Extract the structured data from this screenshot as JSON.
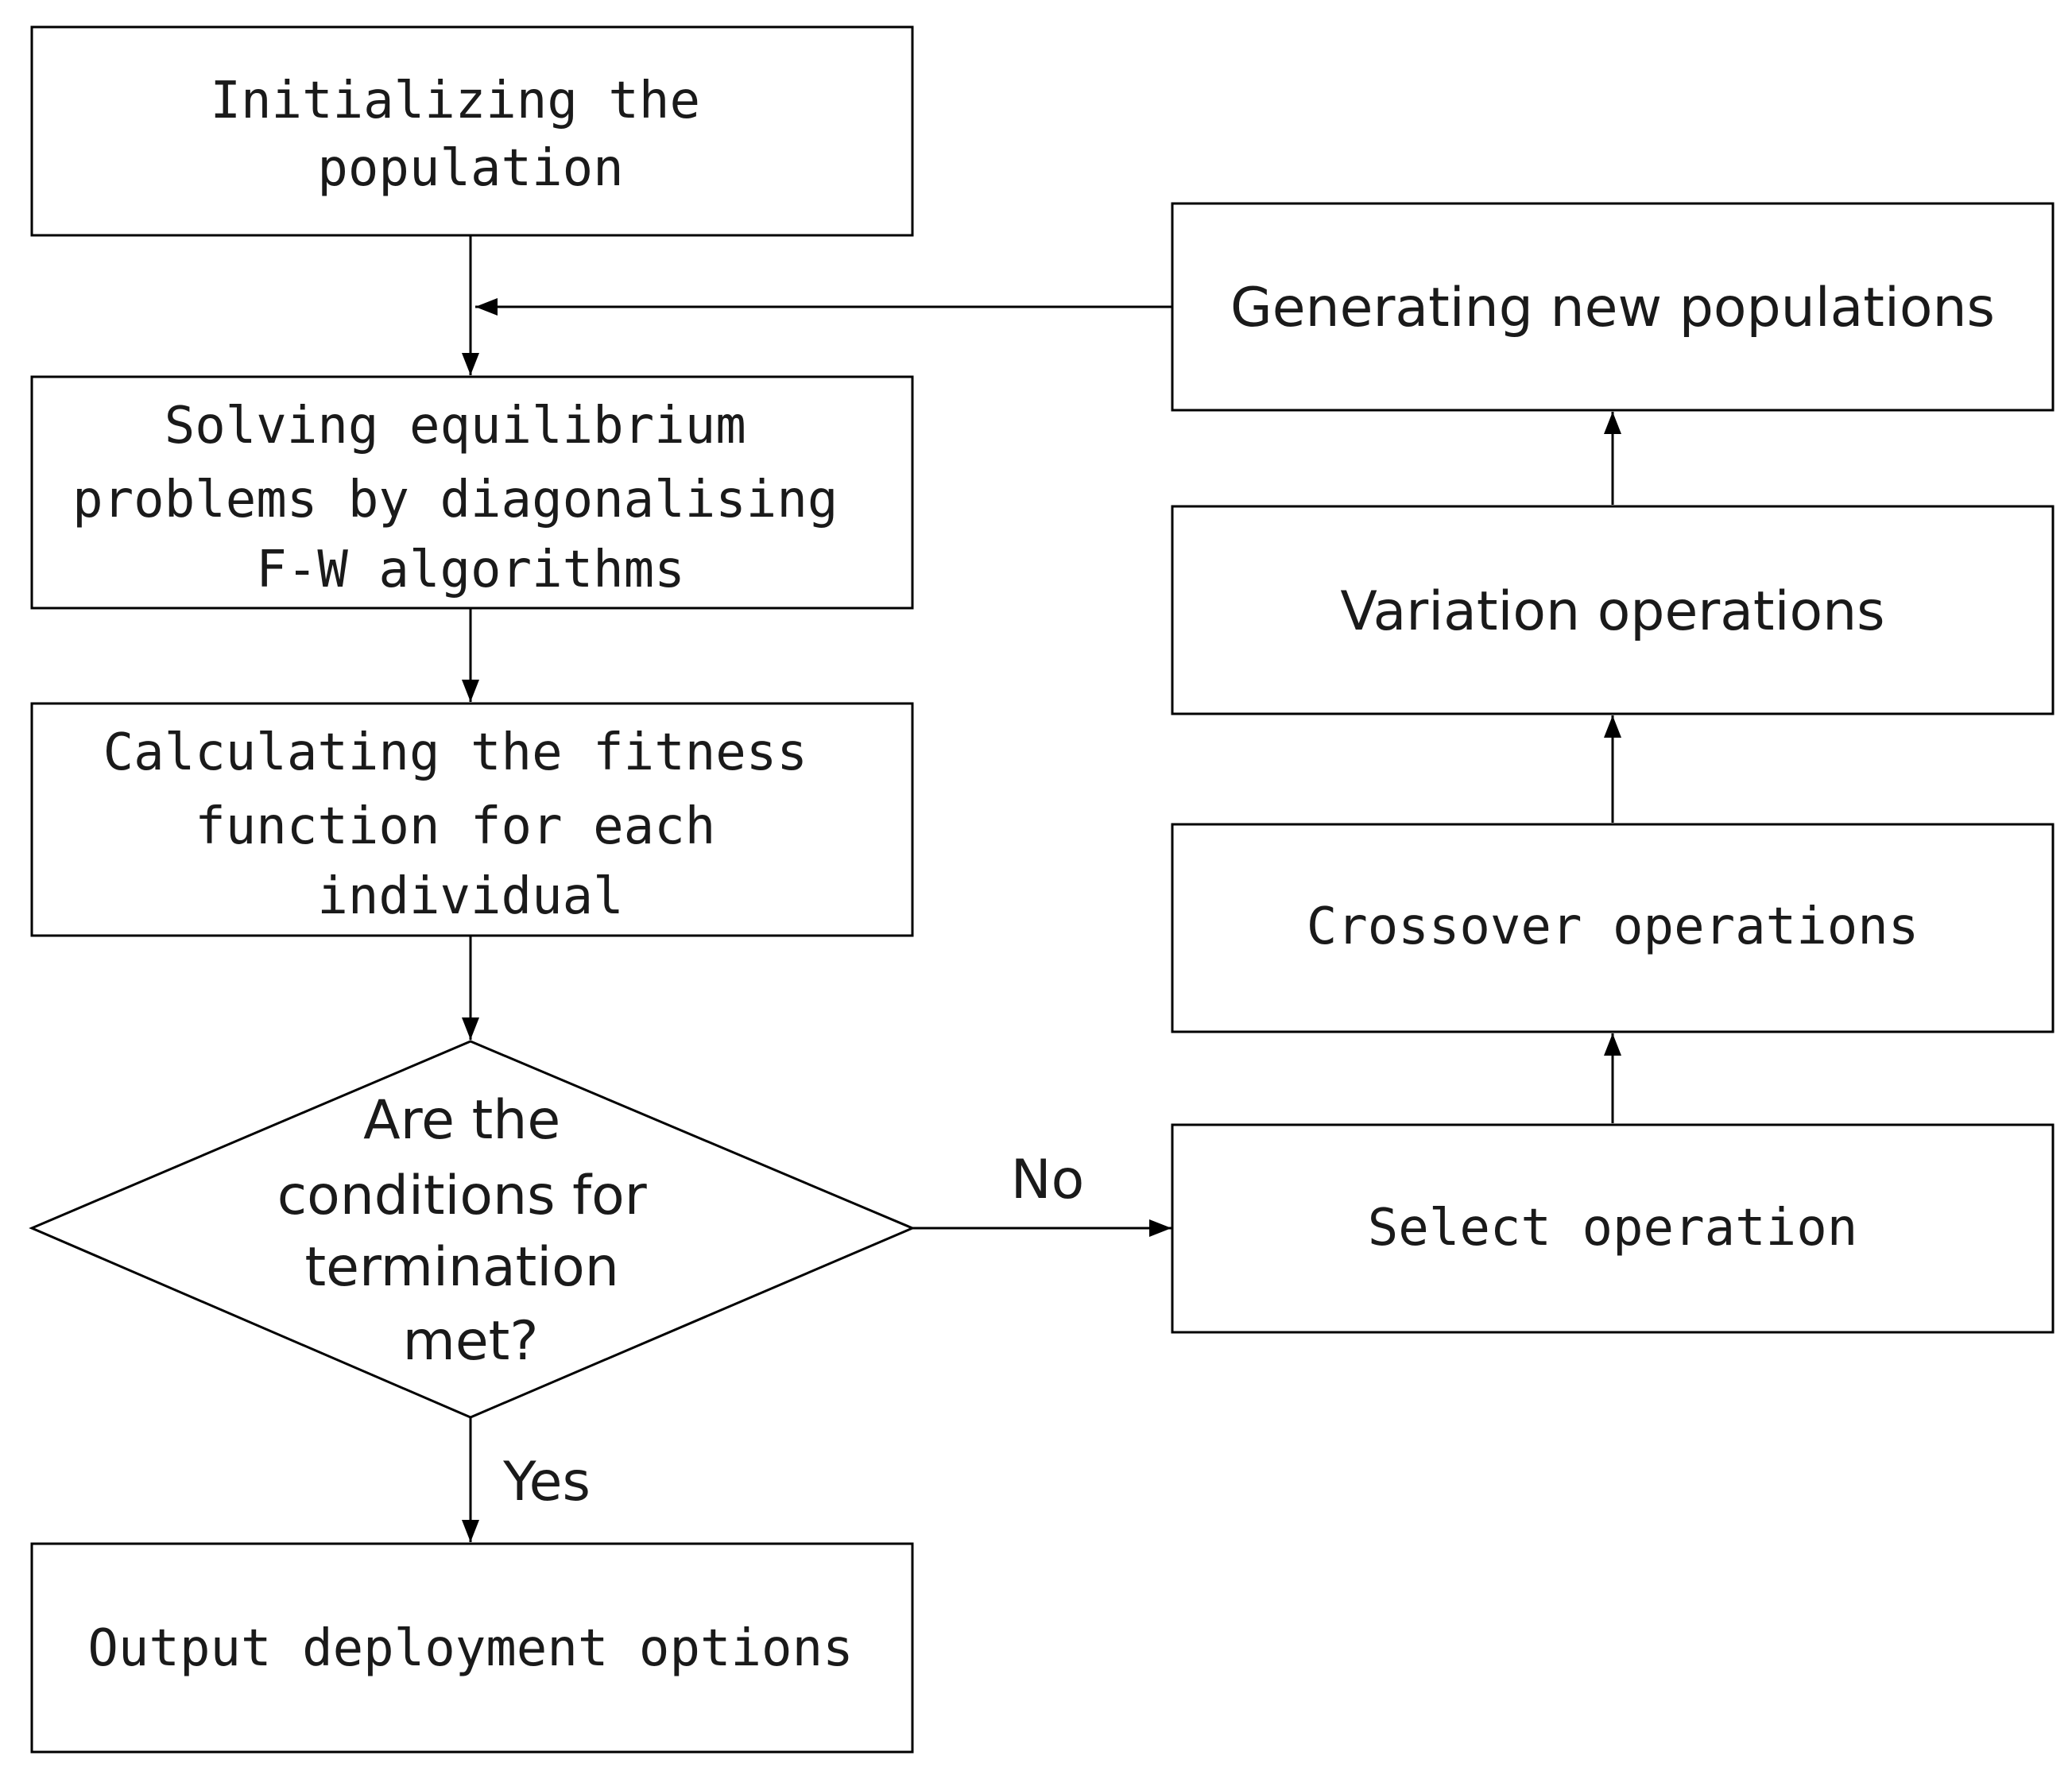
{
  "nodes": {
    "init": {
      "lines": [
        "Initializing the",
        "population"
      ]
    },
    "solve": {
      "lines": [
        "Solving equilibrium",
        "problems by diagonalising",
        "F-W algorithms"
      ]
    },
    "fitness": {
      "lines": [
        "Calculating the fitness",
        "function for each",
        "individual"
      ]
    },
    "decision": {
      "lines": [
        "Are the",
        "conditions for",
        "termination",
        "met?"
      ]
    },
    "output": {
      "lines": [
        "Output deployment options"
      ]
    },
    "generate": {
      "lines": [
        "Generating new populations"
      ]
    },
    "variation": {
      "lines": [
        "Variation operations"
      ]
    },
    "crossover": {
      "lines": [
        "Crossover operations"
      ]
    },
    "select": {
      "lines": [
        "Select operation"
      ]
    }
  },
  "edges": {
    "no_label": "No",
    "yes_label": "Yes"
  },
  "colors": {
    "stroke": "#000000",
    "text": "#1a1a1a",
    "background": "#ffffff"
  }
}
